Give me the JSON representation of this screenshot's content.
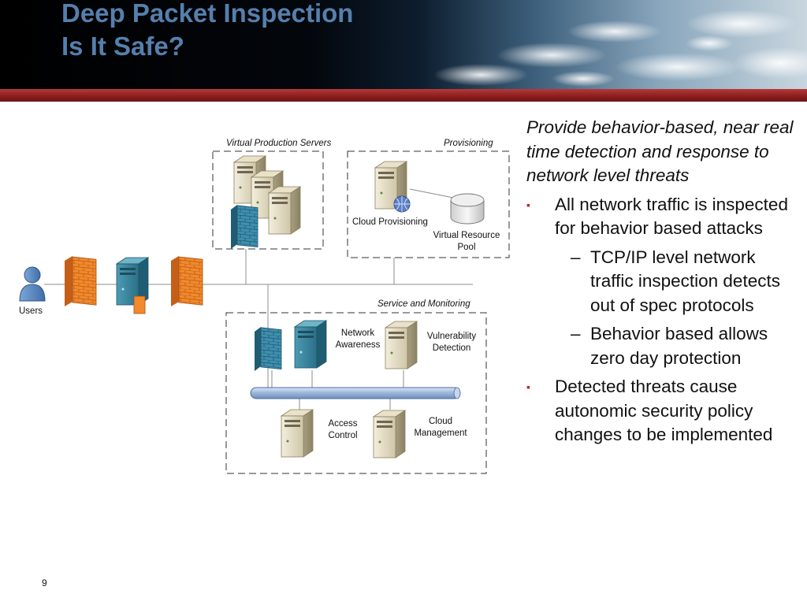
{
  "slide": {
    "title_line1": "Deep Packet Inspection",
    "title_line2": "Is It Safe?",
    "page_number": "9"
  },
  "diagram": {
    "users_label": "Users",
    "virtual_production_servers_label": "Virtual Production Servers",
    "provisioning_label": "Provisioning",
    "cloud_provisioning_label": "Cloud Provisioning",
    "virtual_resource_pool_line1": "Virtual Resource",
    "virtual_resource_pool_line2": "Pool",
    "service_monitoring_label": "Service and Monitoring",
    "network_awareness_line1": "Network",
    "network_awareness_line2": "Awareness",
    "vulnerability_detection_line1": "Vulnerability",
    "vulnerability_detection_line2": "Detection",
    "access_control_line1": "Access",
    "access_control_line2": "Control",
    "cloud_management_line1": "Cloud",
    "cloud_management_line2": "Management"
  },
  "text": {
    "intro": "Provide behavior-based, near real time detection and response to network level threats",
    "bullet1": "All network traffic is inspected for behavior based attacks",
    "sub1": "TCP/IP level network traffic inspection detects out of spec protocols",
    "sub2": "Behavior based allows zero day protection",
    "bullet2": "Detected threats cause autonomic security policy changes to be implemented",
    "bullet_marker": "▪",
    "dash_marker": "–"
  }
}
